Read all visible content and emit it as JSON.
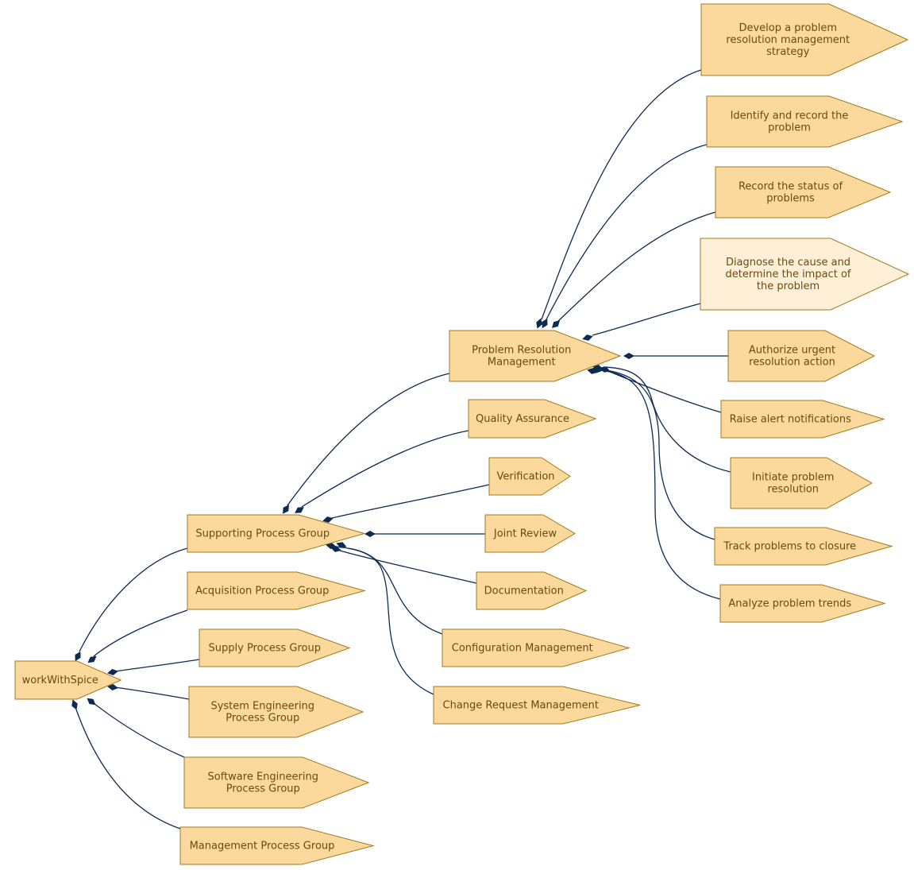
{
  "colors": {
    "node_fill": "#fbd99c",
    "node_fill_highlight": "#ffefd6",
    "node_stroke": "#a07820",
    "edge": "#0d2a52",
    "text": "#6b4a10"
  },
  "nodes": {
    "root": [
      "workWithSpice"
    ],
    "supporting": [
      "Supporting Process Group"
    ],
    "acquisition": [
      "Acquisition Process Group"
    ],
    "supply": [
      "Supply Process Group"
    ],
    "system_eng": [
      "System Engineering",
      "Process Group"
    ],
    "software_eng": [
      "Software Engineering",
      "Process Group"
    ],
    "management": [
      "Management Process Group"
    ],
    "problem_res": [
      "Problem Resolution",
      "Management"
    ],
    "quality": [
      "Quality Assurance"
    ],
    "verification": [
      "Verification"
    ],
    "joint_review": [
      "Joint Review"
    ],
    "documentation": [
      "Documentation"
    ],
    "config_mgmt": [
      "Configuration Management"
    ],
    "change_req": [
      "Change Request Management"
    ],
    "develop_strategy": [
      "Develop a problem",
      "resolution management",
      "strategy"
    ],
    "identify_record": [
      "Identify and record the",
      "problem"
    ],
    "record_status": [
      "Record the status of",
      "problems"
    ],
    "diagnose": [
      "Diagnose the cause and",
      "determine the impact of",
      "the problem"
    ],
    "authorize": [
      "Authorize urgent",
      "resolution action"
    ],
    "raise_alert": [
      "Raise alert notifications"
    ],
    "initiate": [
      "Initiate problem",
      "resolution"
    ],
    "track": [
      "Track problems to closure"
    ],
    "analyze": [
      "Analyze problem trends"
    ]
  }
}
